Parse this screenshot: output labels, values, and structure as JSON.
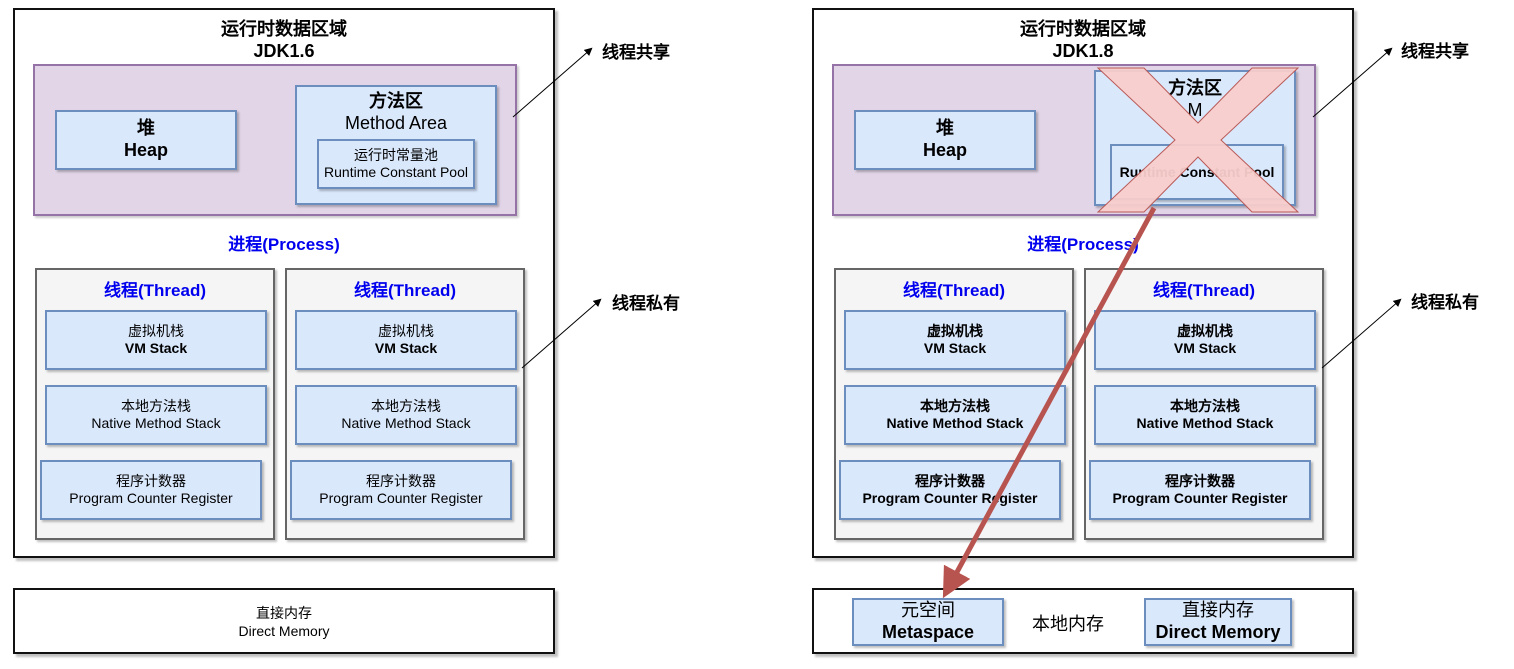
{
  "left": {
    "title": "运行时数据区域",
    "version": "JDK1.6",
    "heap": {
      "zh": "堆",
      "en": "Heap"
    },
    "method_area": {
      "zh": "方法区",
      "en": "Method Area"
    },
    "runtime_pool": {
      "zh": "运行时常量池",
      "en": "Runtime Constant Pool"
    },
    "process_label": "进程(Process)",
    "threads": [
      {
        "label": "线程(Thread)",
        "vm_stack": {
          "zh": "虚拟机栈",
          "en": "VM Stack"
        },
        "native_stack": {
          "zh": "本地方法栈",
          "en": "Native Method Stack"
        },
        "pc": {
          "zh": "程序计数器",
          "en": "Program Counter Register"
        }
      },
      {
        "label": "线程(Thread)",
        "vm_stack": {
          "zh": "虚拟机栈",
          "en": "VM Stack"
        },
        "native_stack": {
          "zh": "本地方法栈",
          "en": "Native Method Stack"
        },
        "pc": {
          "zh": "程序计数器",
          "en": "Program Counter Register"
        }
      }
    ],
    "direct_memory": {
      "zh": "直接内存",
      "en": "Direct Memory"
    },
    "shared_note": "线程共享",
    "private_note": "线程私有"
  },
  "right": {
    "title": "运行时数据区域",
    "version": "JDK1.8",
    "heap": {
      "zh": "堆",
      "en": "Heap"
    },
    "method_area": {
      "zh": "方法区",
      "en": "M"
    },
    "runtime_pool": {
      "zh": "",
      "en": "Runtime Constant Pool"
    },
    "process_label": "进程(Process)",
    "threads": [
      {
        "label": "线程(Thread)",
        "vm_stack": {
          "zh": "虚拟机栈",
          "en": "VM Stack"
        },
        "native_stack": {
          "zh": "本地方法栈",
          "en": "Native Method Stack"
        },
        "pc": {
          "zh": "程序计数器",
          "en": "Program Counter Register"
        }
      },
      {
        "label": "线程(Thread)",
        "vm_stack": {
          "zh": "虚拟机栈",
          "en": "VM Stack"
        },
        "native_stack": {
          "zh": "本地方法栈",
          "en": "Native Method Stack"
        },
        "pc": {
          "zh": "程序计数器",
          "en": "Program Counter Register"
        }
      }
    ],
    "native_memory": {
      "label": "本地内存",
      "metaspace": {
        "zh": "元空间",
        "en": "Metaspace"
      },
      "direct_memory": {
        "zh": "直接内存",
        "en": "Direct Memory"
      }
    },
    "shared_note": "线程共享",
    "private_note": "线程私有"
  },
  "colors": {
    "shared_fill": "#e1d5e7",
    "shared_stroke": "#9673a6",
    "block_fill": "#dae8fc",
    "block_stroke": "#6c8ebf",
    "thread_fill": "#f5f5f5",
    "process_text": "#0000ee",
    "cross_fill": "#f8cecc",
    "cross_stroke": "#b85450",
    "migration_arrow": "#b85450"
  }
}
